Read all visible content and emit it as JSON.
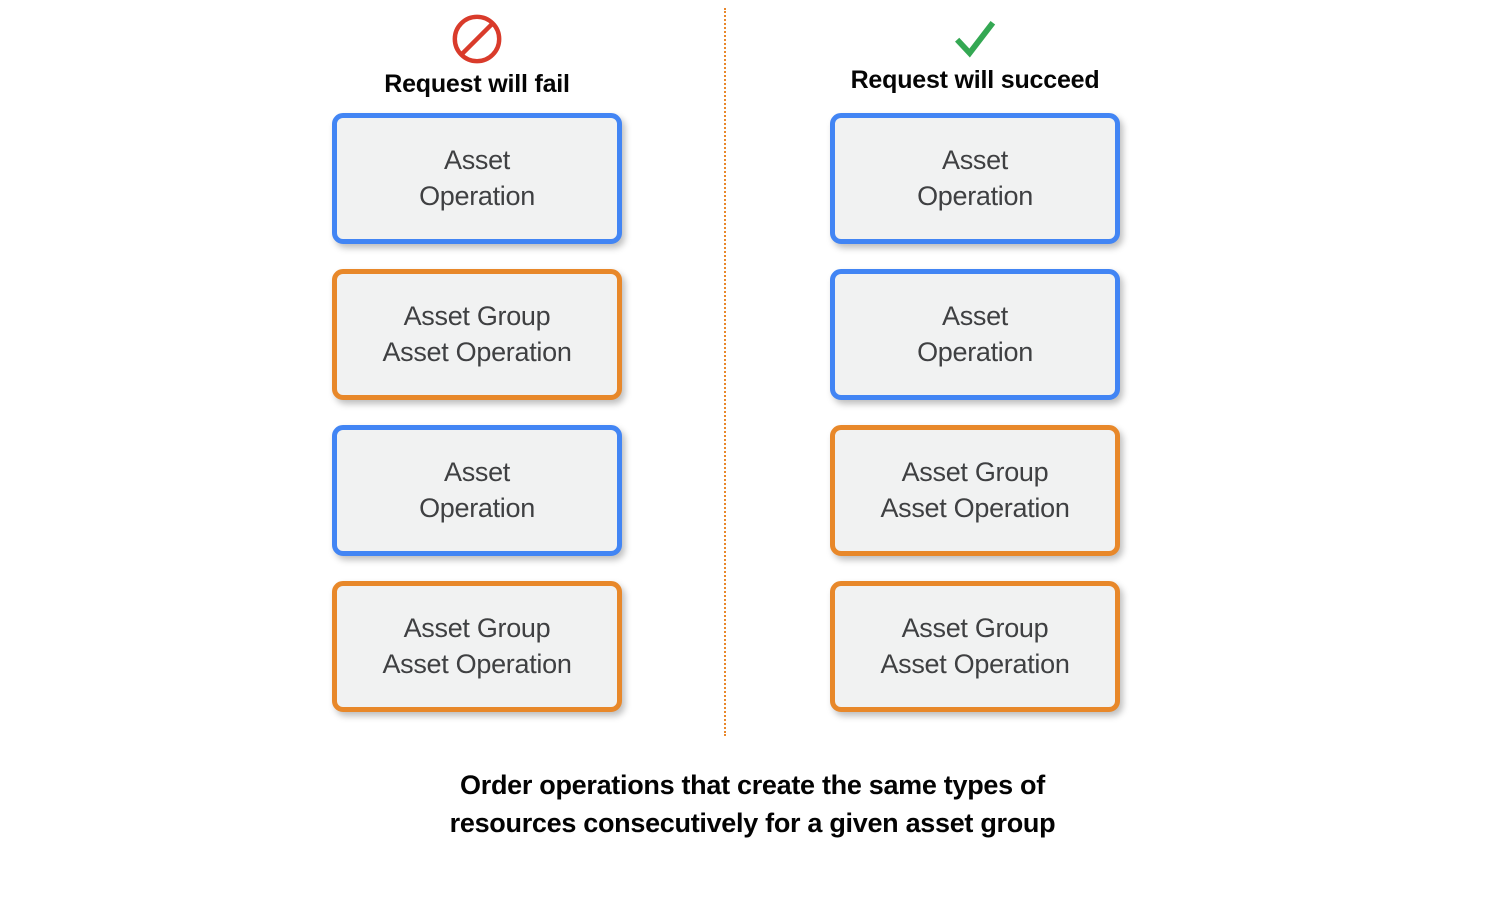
{
  "diagram": {
    "columns": [
      {
        "id": "fail",
        "icon": "prohibition-icon",
        "title": "Request will fail",
        "boxes": [
          {
            "label": "Asset\nOperation",
            "accent": "blue"
          },
          {
            "label": "Asset Group\nAsset Operation",
            "accent": "orange"
          },
          {
            "label": "Asset\nOperation",
            "accent": "blue"
          },
          {
            "label": "Asset Group\nAsset Operation",
            "accent": "orange"
          }
        ]
      },
      {
        "id": "succeed",
        "icon": "checkmark-icon",
        "title": "Request will succeed",
        "boxes": [
          {
            "label": "Asset\nOperation",
            "accent": "blue"
          },
          {
            "label": "Asset\nOperation",
            "accent": "blue"
          },
          {
            "label": "Asset Group\nAsset Operation",
            "accent": "orange"
          },
          {
            "label": "Asset Group\nAsset Operation",
            "accent": "orange"
          }
        ]
      }
    ],
    "caption": "Order operations that create the same types of\nresources consecutively for a given asset group",
    "colors": {
      "blue": "#4285F4",
      "orange": "#E8882A",
      "red": "#D93B2B",
      "green": "#34A853",
      "box_fill": "#F1F2F2",
      "box_text": "#3F4042",
      "divider": "#E8872B"
    }
  }
}
